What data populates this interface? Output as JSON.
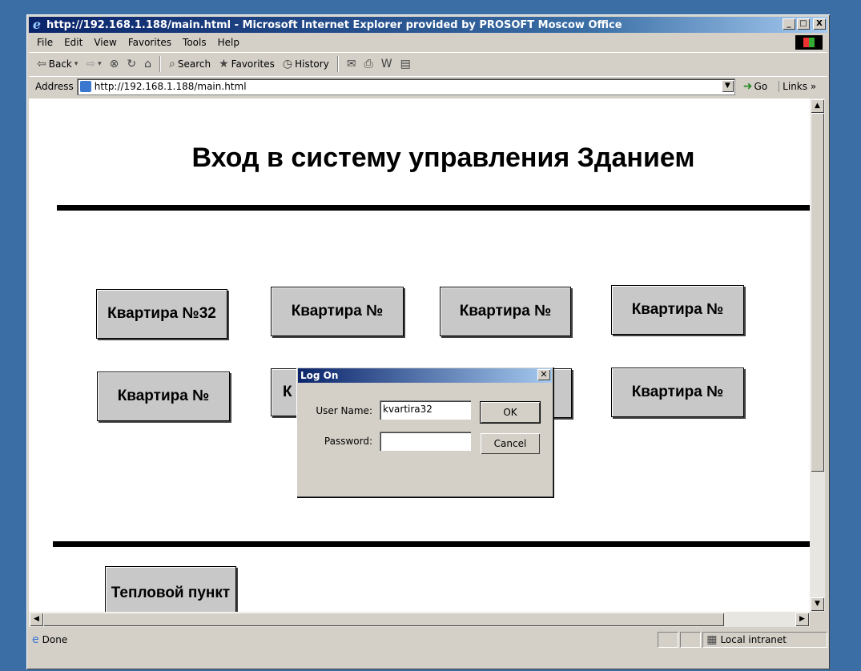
{
  "window": {
    "title": "http://192.168.1.188/main.html - Microsoft Internet Explorer provided by PROSOFT Moscow Office",
    "buttons": [
      "_",
      "□",
      "X"
    ]
  },
  "menu": [
    "File",
    "Edit",
    "View",
    "Favorites",
    "Tools",
    "Help"
  ],
  "toolbar": {
    "back": "Back",
    "search": "Search",
    "favorites": "Favorites",
    "history": "History"
  },
  "address": {
    "label": "Address",
    "url": "http://192.168.1.188/main.html",
    "go": "Go",
    "links": "Links"
  },
  "page": {
    "heading": "Вход в систему управления Зданием",
    "apartments": [
      "Квартира №32",
      "Квартира №",
      "Квартира №",
      "Квартира №",
      "Квартира №",
      "К",
      "",
      "Квартира №"
    ],
    "heating_station": "Тепловой пункт"
  },
  "dialog": {
    "title": "Log On",
    "username_label": "User Name:",
    "username_value": "kvartira32",
    "password_label": "Password:",
    "ok": "OK",
    "cancel": "Cancel"
  },
  "status": {
    "text": "Done",
    "zone": "Local intranet"
  }
}
